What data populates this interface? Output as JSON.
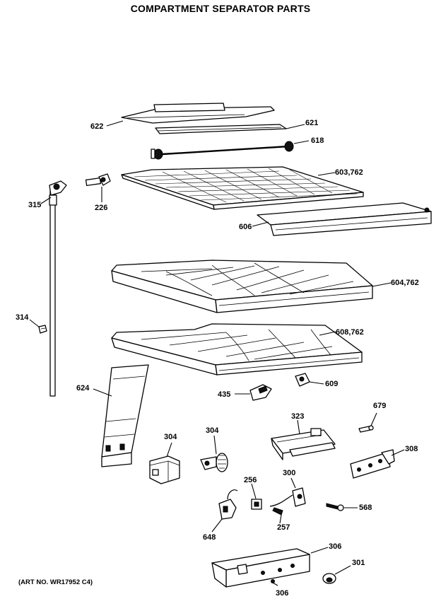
{
  "title": "COMPARTMENT SEPARATOR PARTS",
  "art_number": "(ART NO. WR17952 C4)",
  "callouts": {
    "c622": "622",
    "c621": "621",
    "c618": "618",
    "c603": "603,762",
    "c315": "315",
    "c226": "226",
    "c606": "606",
    "c604": "604,762",
    "c314": "314",
    "c608": "608,762",
    "c624": "624",
    "c435": "435",
    "c609": "609",
    "c323": "323",
    "c679": "679",
    "c304a": "304",
    "c304b": "304",
    "c308": "308",
    "c256": "256",
    "c300": "300",
    "c568": "568",
    "c257": "257",
    "c648": "648",
    "c306a": "306",
    "c301": "301",
    "c306b": "306"
  }
}
